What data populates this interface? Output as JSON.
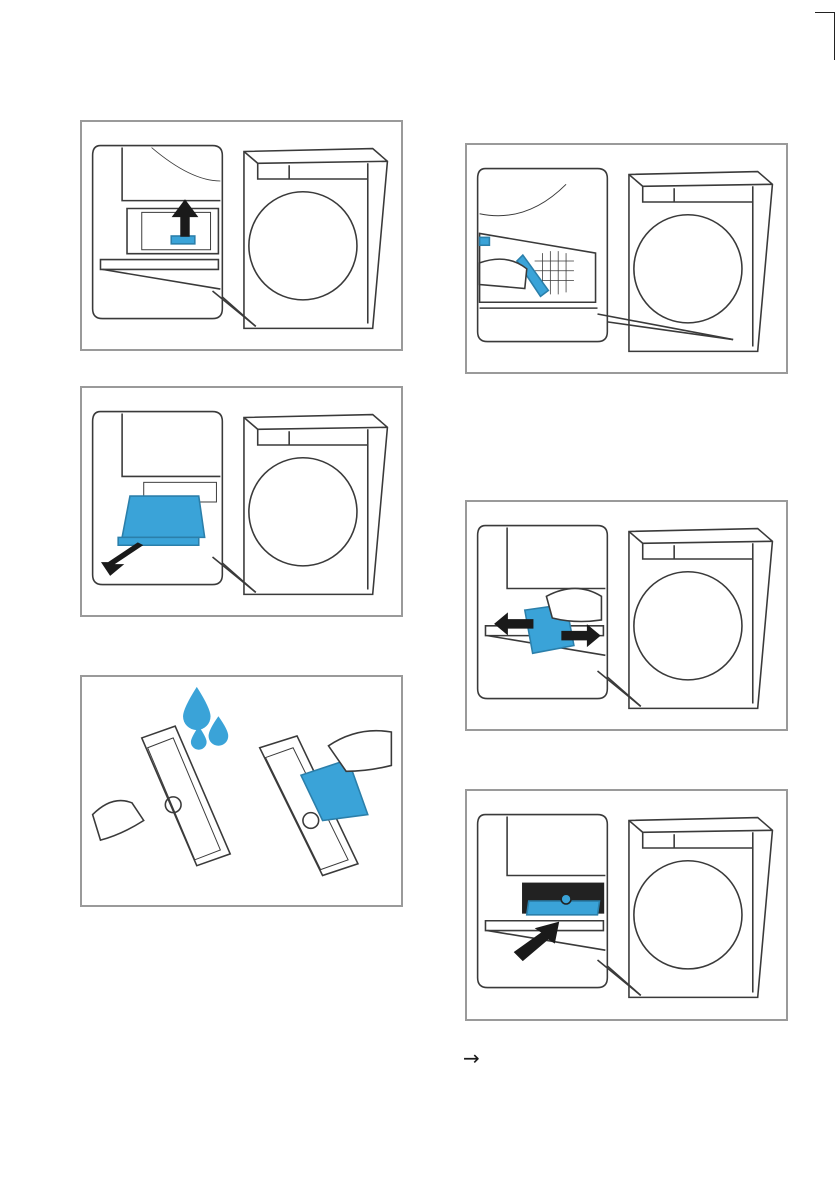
{
  "page": {
    "continuation_marker": "→"
  },
  "figures": [
    {
      "id": "fig-1",
      "icons": [
        "dryer-icon",
        "inset-detail",
        "arrow-up-icon",
        "filter-lock-icon"
      ]
    },
    {
      "id": "fig-2",
      "icons": [
        "dryer-icon",
        "inset-detail",
        "arrow-out-icon",
        "filter-drawer-icon"
      ]
    },
    {
      "id": "fig-3",
      "icons": [
        "water-drops-icon",
        "hand-icon",
        "filter-frame-icon",
        "filter-mesh-icon"
      ]
    },
    {
      "id": "fig-4",
      "icons": [
        "dryer-icon",
        "inset-detail",
        "hand-icon",
        "brush-icon"
      ]
    },
    {
      "id": "fig-5",
      "icons": [
        "dryer-icon",
        "inset-detail",
        "hand-icon",
        "arrow-left-icon",
        "arrow-right-icon"
      ]
    },
    {
      "id": "fig-6",
      "icons": [
        "dryer-icon",
        "inset-detail",
        "arrow-in-icon",
        "filter-drawer-icon"
      ]
    }
  ],
  "colors": {
    "accent_blue": "#3aa3d8",
    "line": "#3a3a3a",
    "border": "#9a9a9a"
  }
}
